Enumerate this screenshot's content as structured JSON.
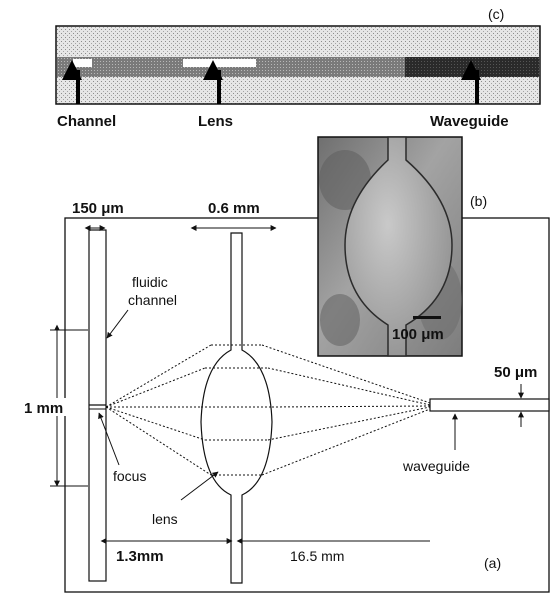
{
  "panel_c": {
    "label": "(c)",
    "channel": "Channel",
    "lens": "Lens",
    "waveguide": "Waveguide"
  },
  "panel_b": {
    "label": "(b)",
    "scale": "100 μm"
  },
  "panel_a": {
    "label": "(a)",
    "dim_channel_width": "150 μm",
    "dim_lens_width": "0.6 mm",
    "fluidic_channel_line1": "fluidic",
    "fluidic_channel_line2": "channel",
    "dim_height": "1 mm",
    "focus": "focus",
    "lens": "lens",
    "waveguide": "waveguide",
    "dim_waveguide_width": "50 μm",
    "dim_distance_1": "1.3mm",
    "dim_distance_2": "16.5 mm"
  },
  "colors": {
    "line": "#111111",
    "photo_bg": "#8a8a8a",
    "panel_c_light": "#e4e4e4",
    "panel_c_dark": "#202020"
  }
}
